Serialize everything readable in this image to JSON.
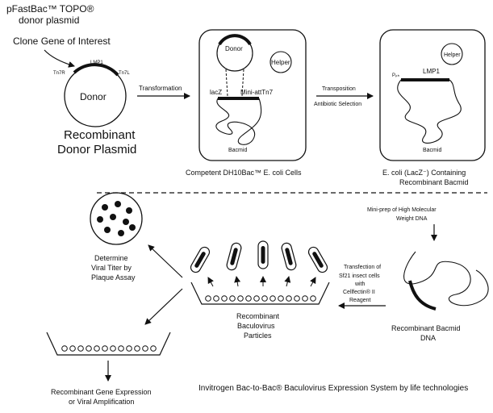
{
  "plasmid": {
    "title_line1": "pFastBac™ TOPO®",
    "title_line2": "donor plasmid",
    "clone_label": "Clone Gene of Interest",
    "donor_label": "Donor",
    "tn7r": "Tn7R",
    "tn7l": "Tn7L",
    "lmp1": "LMP1",
    "recombinant_line1": "Recombinant",
    "recombinant_line2": "Donor Plasmid"
  },
  "transformation": {
    "label": "Transformation"
  },
  "cell1": {
    "donor": "Donor",
    "helper": "Helper",
    "lacz": "lacZ",
    "miniattn7": "Mini-attTn7",
    "bacmid": "Bacmid",
    "caption": "Competent DH10Bac™ E. coli Cells"
  },
  "transposition": {
    "line1": "Transposition",
    "line2": "Antibiotic Selection"
  },
  "cell2": {
    "helper": "Helper",
    "lmp1": "LMP1",
    "promoter": "Pₚₕ",
    "bacmid": "Bacmid",
    "caption_line1": "E. coli (LacZ⁻) Containing",
    "caption_line2": "Recombinant Bacmid"
  },
  "miniprep": {
    "line1": "Mini-prep of High Molecular",
    "line2": "Weight DNA"
  },
  "recombinant_bacmid": {
    "line1": "Recombinant Bacmid",
    "line2": "DNA"
  },
  "transfection": {
    "line1": "Transfection of",
    "line2": "Sf21 insect cells",
    "line3": "with",
    "line4": "Cellfectin® II",
    "line5": "Reagent"
  },
  "particles": {
    "line1": "Recombinant",
    "line2": "Baculovirus",
    "line3": "Particles"
  },
  "plaque": {
    "line1": "Determine",
    "line2": "Viral Titer by",
    "line3": "Plaque Assay"
  },
  "expression": {
    "line1": "Recombinant Gene Expression",
    "line2": "or Viral Amplification"
  },
  "footer": {
    "text": "Invitrogen Bac-to-Bac® Baculovirus Expression System by life technologies"
  }
}
